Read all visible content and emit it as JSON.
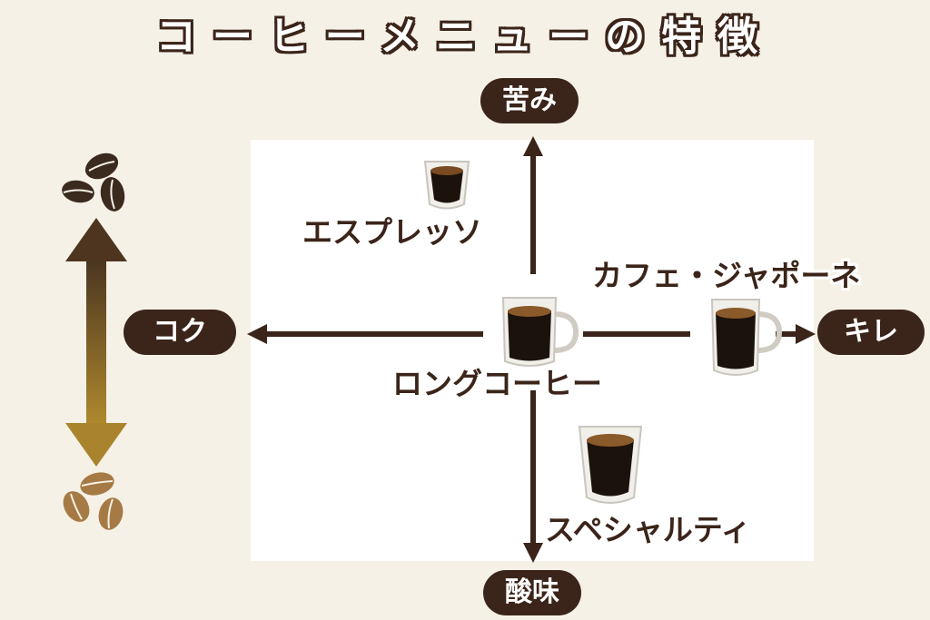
{
  "title": "コーヒーメニューの特徴",
  "axes": {
    "top": "苦み",
    "bottom": "酸味",
    "left": "コク",
    "right": "キレ"
  },
  "items": {
    "espresso": "エスプレッソ",
    "caffe_japone": "カフェ・ジャポーネ",
    "long_coffee": "ロングコーヒー",
    "specialty": "スペシャルティ"
  },
  "colors": {
    "axis": "#3b2419",
    "background": "#f6f1e6",
    "panel": "#ffffff",
    "gradient_top": "#4a3420",
    "gradient_bottom": "#b08a2e"
  },
  "icons": {
    "top_beans": "dark-coffee-beans-icon",
    "bottom_beans": "light-coffee-beans-icon",
    "cups": "coffee-cup-icon"
  }
}
